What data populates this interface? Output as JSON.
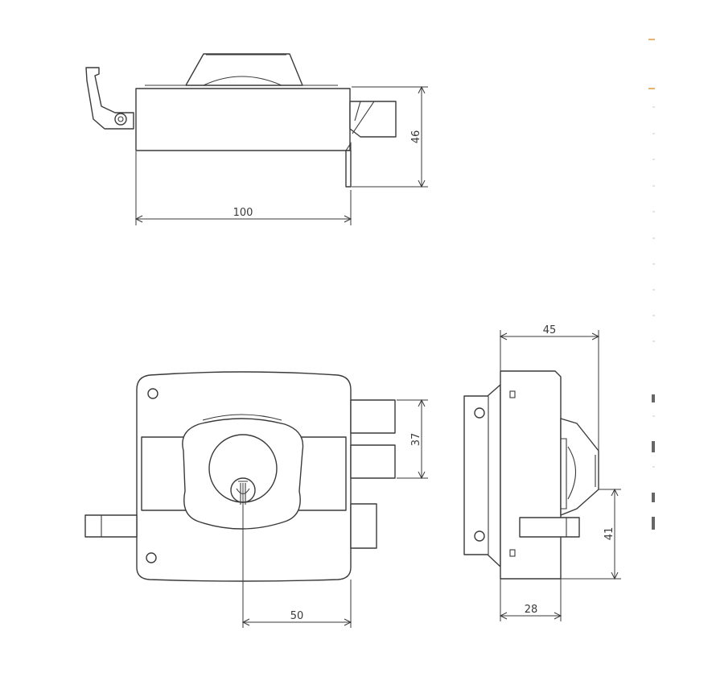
{
  "drawing": {
    "dimensions": {
      "top_width": "100",
      "top_height": "46",
      "front_bolt_spacing": "37",
      "front_backset": "50",
      "side_depth": "45",
      "side_lower_height": "41",
      "side_bottom_width": "28"
    },
    "colors": {
      "line": "#3a3a3a",
      "accent": "#e0a04a",
      "background": "#ffffff"
    }
  }
}
